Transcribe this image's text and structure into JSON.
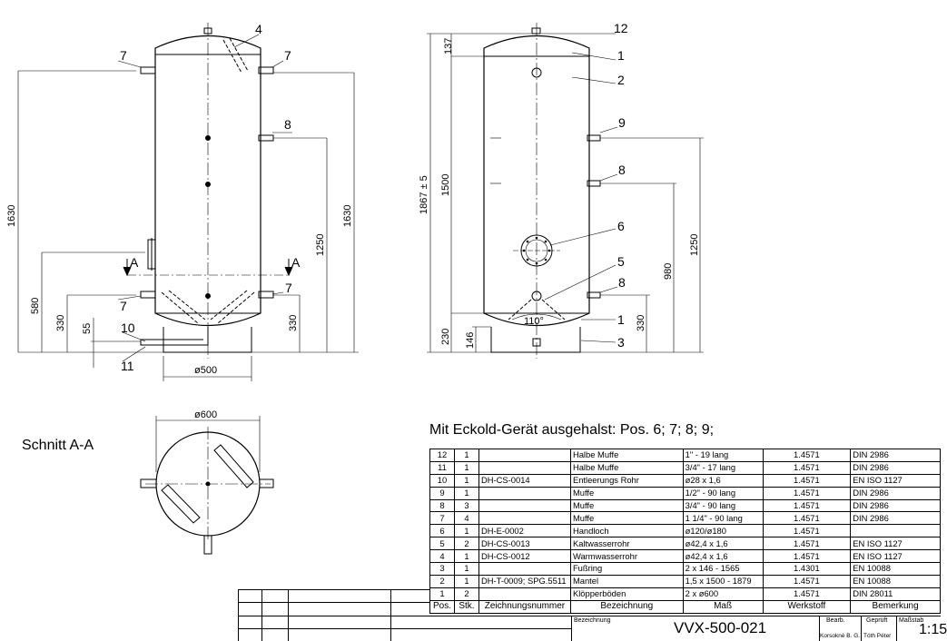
{
  "drawing": {
    "section_label": "Schnitt A-A",
    "note": "Mit Eckold-Gerät ausgehalst: Pos. 6; 7; 8; 9;",
    "drawing_number": "VVX-500-021",
    "scale": "1:15"
  },
  "left_view": {
    "dims": {
      "h1630a": "1630",
      "h580": "580",
      "h330a": "330",
      "h55": "55",
      "h1250": "1250",
      "h1630b": "1630",
      "h330b": "330",
      "d500": "ø500"
    },
    "callouts": {
      "p4": "4",
      "p7a": "7",
      "p7b": "7",
      "p8": "8",
      "p7c": "7",
      "p7d": "7",
      "p10": "10",
      "p11": "11",
      "secA1": "A",
      "secA2": "A"
    }
  },
  "right_view": {
    "dims": {
      "h137": "137",
      "h1867": "1867 ± 5",
      "h1500": "1500",
      "h230": "230",
      "h146": "146",
      "h1250": "1250",
      "h980": "980",
      "h330": "330",
      "angle": "110°"
    },
    "callouts": {
      "p12": "12",
      "p1a": "1",
      "p2": "2",
      "p9": "9",
      "p8a": "8",
      "p6": "6",
      "p5": "5",
      "p8b": "8",
      "p1b": "1",
      "p3": "3"
    }
  },
  "section_view": {
    "dims": {
      "d600": "ø600"
    }
  },
  "bom": {
    "header": {
      "pos": "Pos.",
      "qty": "Stk.",
      "drawing_no": "Zeichnungsnummer",
      "designation": "Bezeichnung",
      "dimension": "Maß",
      "material": "Werkstoff",
      "remark": "Bemerkung"
    },
    "rows": [
      {
        "pos": "12",
        "qty": "1",
        "drawing_no": "",
        "designation": "Halbe Muffe",
        "dimension": "1\" - 19 lang",
        "material": "1.4571",
        "remark": "DIN 2986"
      },
      {
        "pos": "11",
        "qty": "1",
        "drawing_no": "",
        "designation": "Halbe Muffe",
        "dimension": "3/4\" - 17 lang",
        "material": "1.4571",
        "remark": "DIN 2986"
      },
      {
        "pos": "10",
        "qty": "1",
        "drawing_no": "DH-CS-0014",
        "designation": "Entleerungs Rohr",
        "dimension": "ø28 x 1,6",
        "material": "1.4571",
        "remark": "EN ISO 1127"
      },
      {
        "pos": "9",
        "qty": "1",
        "drawing_no": "",
        "designation": "Muffe",
        "dimension": "1/2\" - 90 lang",
        "material": "1.4571",
        "remark": "DIN 2986"
      },
      {
        "pos": "8",
        "qty": "3",
        "drawing_no": "",
        "designation": "Muffe",
        "dimension": "3/4\" - 90 lang",
        "material": "1.4571",
        "remark": "DIN 2986"
      },
      {
        "pos": "7",
        "qty": "4",
        "drawing_no": "",
        "designation": "Muffe",
        "dimension": "1 1/4\" - 90 lang",
        "material": "1.4571",
        "remark": "DIN 2986"
      },
      {
        "pos": "6",
        "qty": "1",
        "drawing_no": "DH-E-0002",
        "designation": "Handloch",
        "dimension": "ø120/ø180",
        "material": "1.4571",
        "remark": ""
      },
      {
        "pos": "5",
        "qty": "2",
        "drawing_no": "DH-CS-0013",
        "designation": "Kaltwasserrohr",
        "dimension": "ø42,4 x 1,6",
        "material": "1.4571",
        "remark": "EN ISO 1127"
      },
      {
        "pos": "4",
        "qty": "1",
        "drawing_no": "DH-CS-0012",
        "designation": "Warmwasserrohr",
        "dimension": "ø42,4 x 1,6",
        "material": "1.4571",
        "remark": "EN ISO 1127"
      },
      {
        "pos": "3",
        "qty": "1",
        "drawing_no": "",
        "designation": "Fußring",
        "dimension": "2 x 146 - 1565",
        "material": "1.4301",
        "remark": "EN 10088"
      },
      {
        "pos": "2",
        "qty": "1",
        "drawing_no": "DH-T-0009; SPG.5511",
        "designation": "Mantel",
        "dimension": "1,5 x 1500 - 1879",
        "material": "1.4571",
        "remark": "EN 10088"
      },
      {
        "pos": "1",
        "qty": "2",
        "drawing_no": "",
        "designation": "Klöpperböden",
        "dimension": "2 x ø600",
        "material": "1.4571",
        "remark": "DIN 28011"
      }
    ]
  },
  "title_block": {
    "bez_label": "Bezeichnung",
    "bearb_label": "Bearb.",
    "geprueft_label": "Geprüft",
    "massstab_label": "Maßstab",
    "bearb_name": "Korsoknè B. G.",
    "geprueft_name": "Tóth Péter"
  }
}
